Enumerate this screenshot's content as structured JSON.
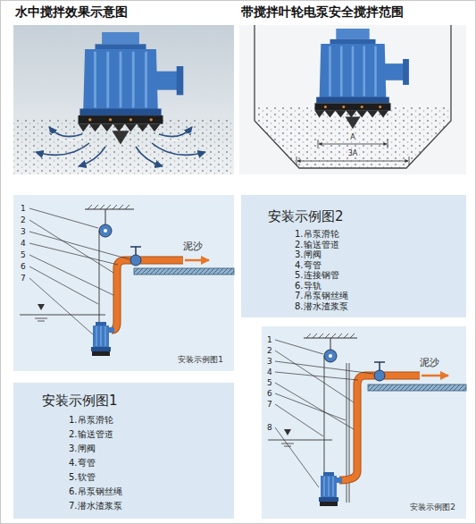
{
  "diagram": {
    "nodes": [
      {
        "text": [
          "水中搅拌效果示意图"
        ]
      },
      {
        "text": [
          "带搅拌叶轮电泵安全搅拌范围"
        ]
      },
      {
        "text": [
          "安装示例图1"
        ]
      },
      {
        "text": [
          "安装示例图2",
          "1.吊泵滑轮",
          "2.输送管道",
          "3.闸阀",
          "4.弯管",
          "5.连接钢管",
          "6.导轨",
          "7.吊泵钢丝绳",
          "8.潜水渣浆泵"
        ]
      },
      {
        "text": [
          "安装示例图1",
          "1.吊泵滑轮",
          "2.输送管道",
          "3.闸阀",
          "4.弯管",
          "5.软管",
          "6.吊泵钢丝绳",
          "7.潜水渣浆泵"
        ]
      },
      {
        "text": [
          "安装示例图2"
        ]
      }
    ],
    "labels": [
      "A",
      "3A",
      "1",
      "2",
      "3",
      "4",
      "5",
      "6",
      "7",
      "泥沙",
      "1",
      "2",
      "3",
      "4",
      "5",
      "6",
      "7",
      "8",
      "泥沙"
    ]
  }
}
